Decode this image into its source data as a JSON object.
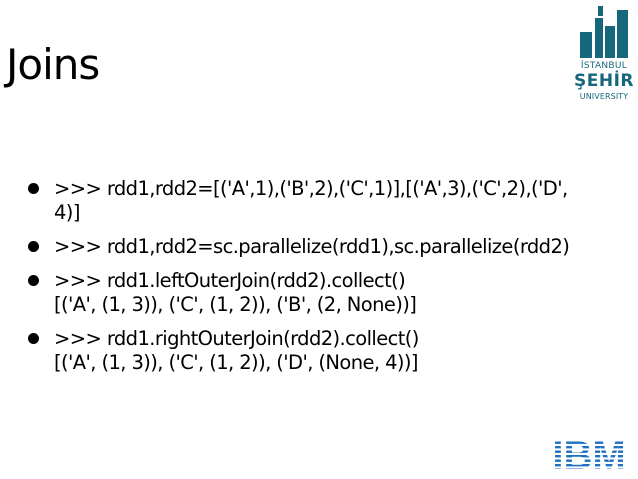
{
  "slide": {
    "title": "Joins",
    "logo": {
      "line1": "İSTANBUL",
      "line2": "ŞEHİR",
      "line3": "UNIVERSITY"
    },
    "bullets": [
      {
        "lines": [
          ">>> rdd1,rdd2=[('A',1),('B',2),('C',1)],[('A',3),('C',2),('D',",
          "4)]"
        ]
      },
      {
        "lines": [
          ">>> rdd1,rdd2=sc.parallelize(rdd1),sc.parallelize(rdd2)"
        ]
      },
      {
        "lines": [
          ">>> rdd1.leftOuterJoin(rdd2).collect()",
          "[('A', (1, 3)), ('C', (1, 2)), ('B', (2, None))]"
        ]
      },
      {
        "lines": [
          ">>> rdd1.rightOuterJoin(rdd2).collect()",
          "[('A', (1, 3)), ('C', (1, 2)), ('D', (None, 4))]"
        ]
      }
    ],
    "footer_logo": "IBM"
  },
  "colors": {
    "text": "#000000",
    "logo_teal": "#16677c",
    "ibm_blue": "#1f70c1"
  },
  "icons": {
    "university_logo": "istanbul-sehir-university-logo",
    "footer_logo": "ibm-logo"
  }
}
